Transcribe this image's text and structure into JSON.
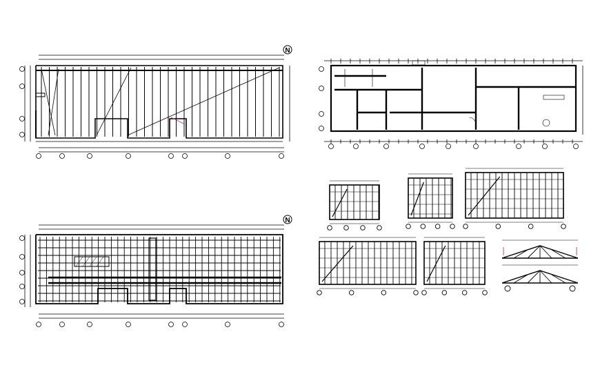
{
  "drawing_sheet": {
    "background": "#ffffff",
    "ink_color": "#000000",
    "accent_color": "#b03a8a",
    "north_symbol_label": "N",
    "panels": [
      "roof-framing-plan",
      "floor-plan",
      "floor-framing-plan",
      "wall-framing-elevations",
      "truss-details"
    ]
  }
}
